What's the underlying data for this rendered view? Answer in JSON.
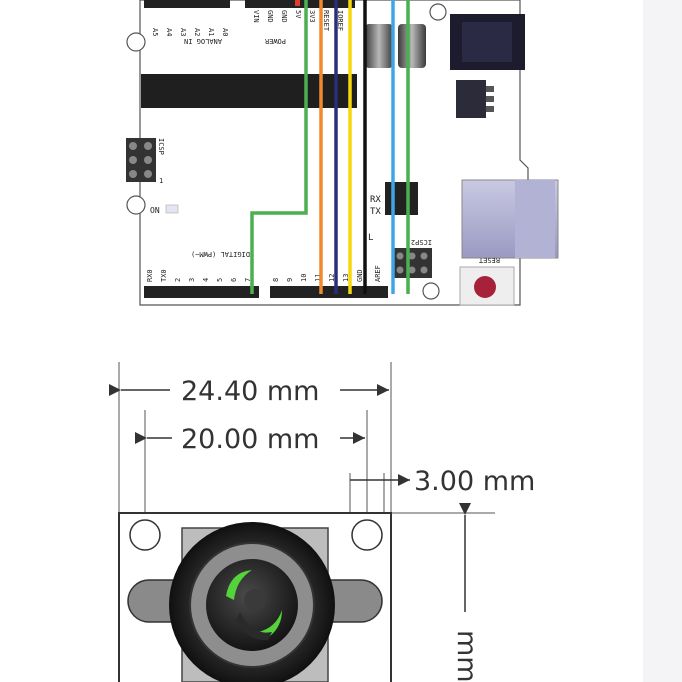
{
  "board": {
    "header_top_left": [
      "A5",
      "A4",
      "A3",
      "A2",
      "A1",
      "A0"
    ],
    "analog_in_label": "ANALOG IN",
    "power_pins": [
      "VIN",
      "GND",
      "GND",
      "5V",
      "3V3",
      "RESET",
      "IOREF"
    ],
    "power_label": "POWER",
    "icsp_label": "ICSP",
    "icsp_pin1": "1",
    "icsp2_label": "ICSP2",
    "on_label": "ON",
    "tx_label": "TX",
    "rx_label": "RX",
    "l_label": "L",
    "digital_label": "DIGITAL (PWM~)",
    "digital_pins_left": [
      "RX0",
      "TX0",
      "2",
      "3",
      "4",
      "5",
      "6",
      "7"
    ],
    "digital_pins_right": [
      "8",
      "9",
      "10",
      "11",
      "12",
      "13",
      "GND",
      "AREF"
    ],
    "reset_button_label": "RESET",
    "wire_colors": {
      "green": "#4caf50",
      "orange": "#f08a2c",
      "navy": "#2a2f7a",
      "yellow": "#f5d90a",
      "black": "#111111",
      "blue": "#3ea7e3"
    }
  },
  "module": {
    "dim_total_width": "24.40 mm",
    "dim_hole_spacing": "20.00 mm",
    "dim_hole_diameter": "3.00 mm",
    "dim_height_partial": "mm"
  }
}
